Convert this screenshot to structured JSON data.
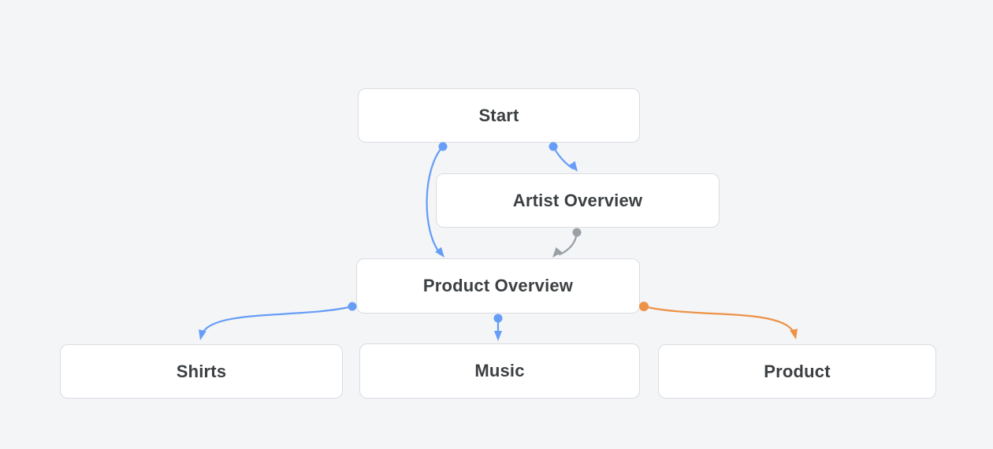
{
  "diagram": {
    "nodes": [
      {
        "id": "start",
        "label": "Start"
      },
      {
        "id": "artist-overview",
        "label": "Artist Overview"
      },
      {
        "id": "product-overview",
        "label": "Product Overview"
      },
      {
        "id": "shirts",
        "label": "Shirts"
      },
      {
        "id": "music",
        "label": "Music"
      },
      {
        "id": "product",
        "label": "Product"
      }
    ],
    "edges": [
      {
        "from": "start",
        "to": "artist-overview",
        "color": "blue"
      },
      {
        "from": "start",
        "to": "product-overview",
        "color": "blue"
      },
      {
        "from": "artist-overview",
        "to": "product-overview",
        "color": "gray"
      },
      {
        "from": "product-overview",
        "to": "shirts",
        "color": "blue"
      },
      {
        "from": "product-overview",
        "to": "music",
        "color": "blue"
      },
      {
        "from": "product-overview",
        "to": "product",
        "color": "orange"
      }
    ]
  },
  "colors": {
    "canvas_bg": "#F4F5F7",
    "node_bg": "#FFFFFF",
    "node_border": "#DADCE0",
    "node_text": "#3C4043",
    "edge_blue": "#669DF6",
    "edge_gray": "#9AA0A6",
    "edge_orange": "#ED9246"
  }
}
